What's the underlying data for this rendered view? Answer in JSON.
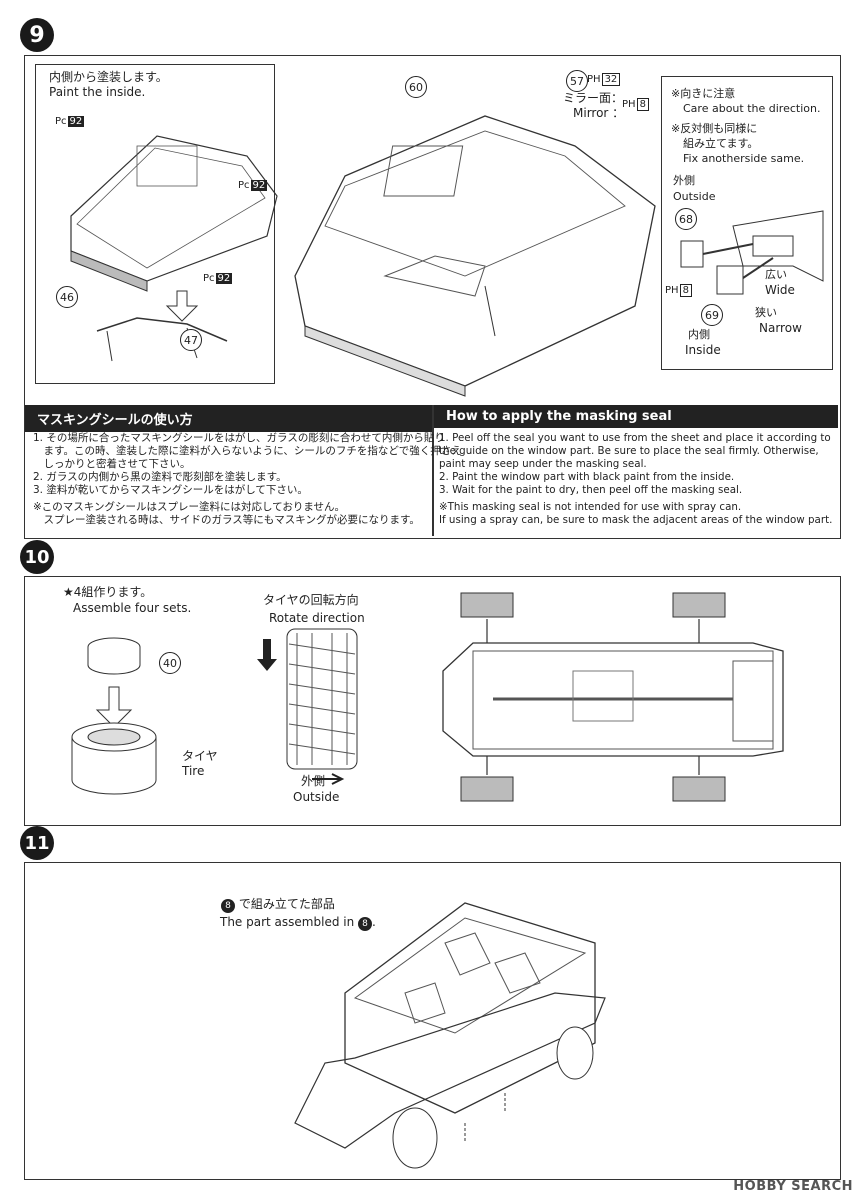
{
  "steps": {
    "s9": "9",
    "s10": "10",
    "s11": "11"
  },
  "step9": {
    "inside_jp": "内側から塗装します。",
    "inside_en": "Paint the inside.",
    "pc_prefix": "Pc",
    "pc_code": "92",
    "ph_prefix": "PH",
    "ph_code_32": "32",
    "ph_code_8": "8",
    "part_60": "60",
    "part_57": "57",
    "part_46": "46",
    "part_47": "47",
    "part_68": "68",
    "part_69": "69",
    "mirror_jp": "ミラー面：",
    "mirror_en": "Mirror ：",
    "note1_jp": "※向きに注意",
    "note1_en": "Care about the direction.",
    "note2_jp1": "※反対側も同様に",
    "note2_jp2": "組み立てます。",
    "note2_en": "Fix anotherside same.",
    "outside_jp": "外側",
    "outside_en": "Outside",
    "wide_jp": "広い",
    "wide_en": "Wide",
    "narrow_jp": "狭い",
    "narrow_en": "Narrow",
    "inside_label_jp": "内側",
    "inside_label_en": "Inside"
  },
  "masking": {
    "title_jp": "マスキングシールの使い方",
    "title_en": "How to apply the masking seal",
    "jp_lines": [
      "1. その場所に合ったマスキングシールをはがし、ガラスの彫刻に合わせて内側から貼り",
      "　ます。この時、塗装した際に塗料が入らないように、シールのフチを指などで強く押さえ",
      "　しっかりと密着させて下さい。",
      "2. ガラスの内側から黒の塗料で彫刻部を塗装します。",
      "3. 塗料が乾いてからマスキングシールをはがして下さい。",
      "",
      "※このマスキングシールはスプレー塗料には対応しておりません。",
      "　スプレー塗装される時は、サイドのガラス等にもマスキングが必要になります。"
    ],
    "en_lines": [
      "1. Peel off the seal you want to use from the sheet and place it according to",
      "    the guide on the window part. Be sure to place the seal firmly. Otherwise,",
      "    paint may seep under the masking seal.",
      "2. Paint the window part with black paint from the inside.",
      "3. Wait for the paint to dry, then peel off the masking seal.",
      "",
      "※This masking seal is not intended for use with spray can.",
      "   If using a spray can, be sure to mask the adjacent areas of the window part."
    ]
  },
  "step10": {
    "assemble_jp": "★4組作ります。",
    "assemble_en": "Assemble four sets.",
    "part_40": "40",
    "tire_jp": "タイヤ",
    "tire_en": "Tire",
    "rotate_jp": "タイヤの回転方向",
    "rotate_en": "Rotate direction",
    "outside_jp": "外側",
    "outside_en": "Outside"
  },
  "step11": {
    "assembled_jp": "で組み立てた部品",
    "assembled_en": "The part assembled in",
    "ref_step": "8"
  },
  "footer": {
    "brand": "HOBBY SEARCH"
  }
}
